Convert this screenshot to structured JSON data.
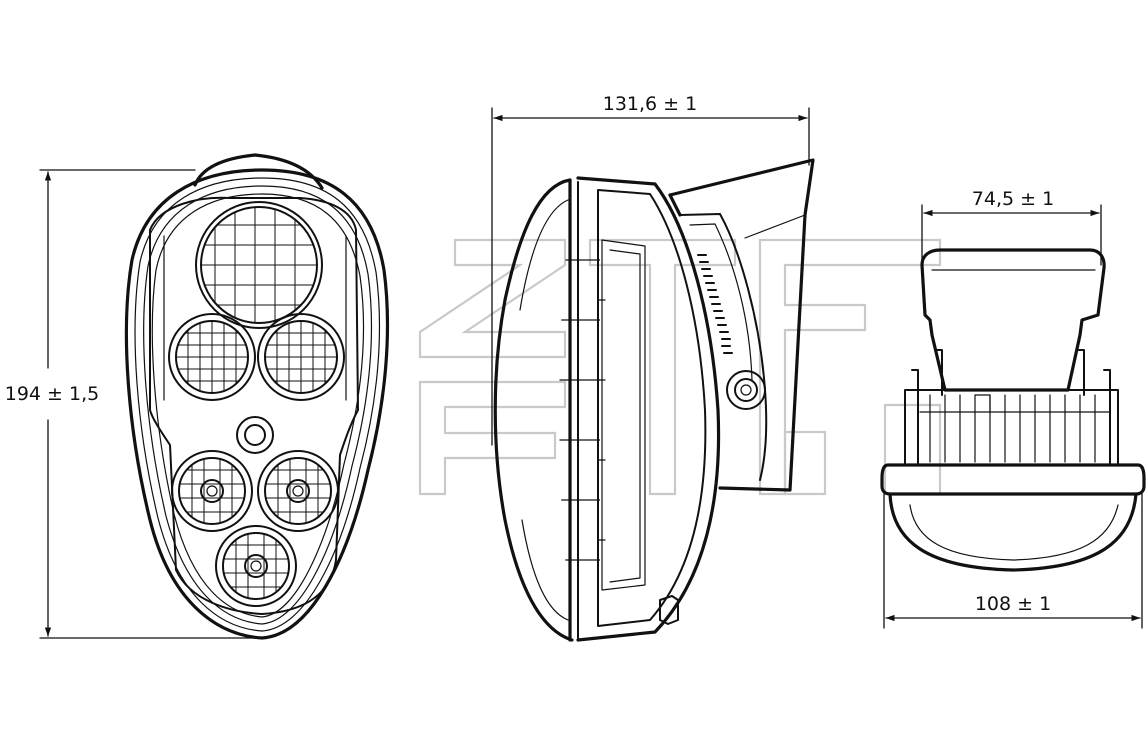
{
  "dimensions": {
    "height": "194 ± 1,5",
    "length": "131,6 ± 1",
    "top_width": "74,5 ± 1",
    "base_width": "108 ± 1"
  },
  "colors": {
    "line": "#111111",
    "watermark": "#c9c9c9",
    "background": "#ffffff"
  }
}
